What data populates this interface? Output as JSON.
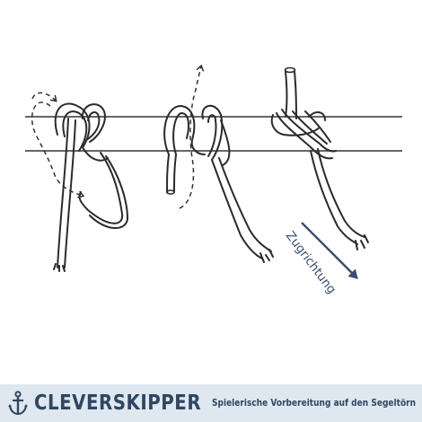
{
  "diagram": {
    "pull_direction_label": "Zugrichtung",
    "colors": {
      "rope": "#2b2b2b",
      "pole": "#333333",
      "arrow": "#3a4d70"
    }
  },
  "footer": {
    "brand_name": "CLEVERSKIPPER",
    "tagline": "Spielerische Vorbereitung auf den Segeltörn",
    "icon": "anchor-icon",
    "background": "#dfe8f1",
    "text_color": "#2f4761"
  }
}
